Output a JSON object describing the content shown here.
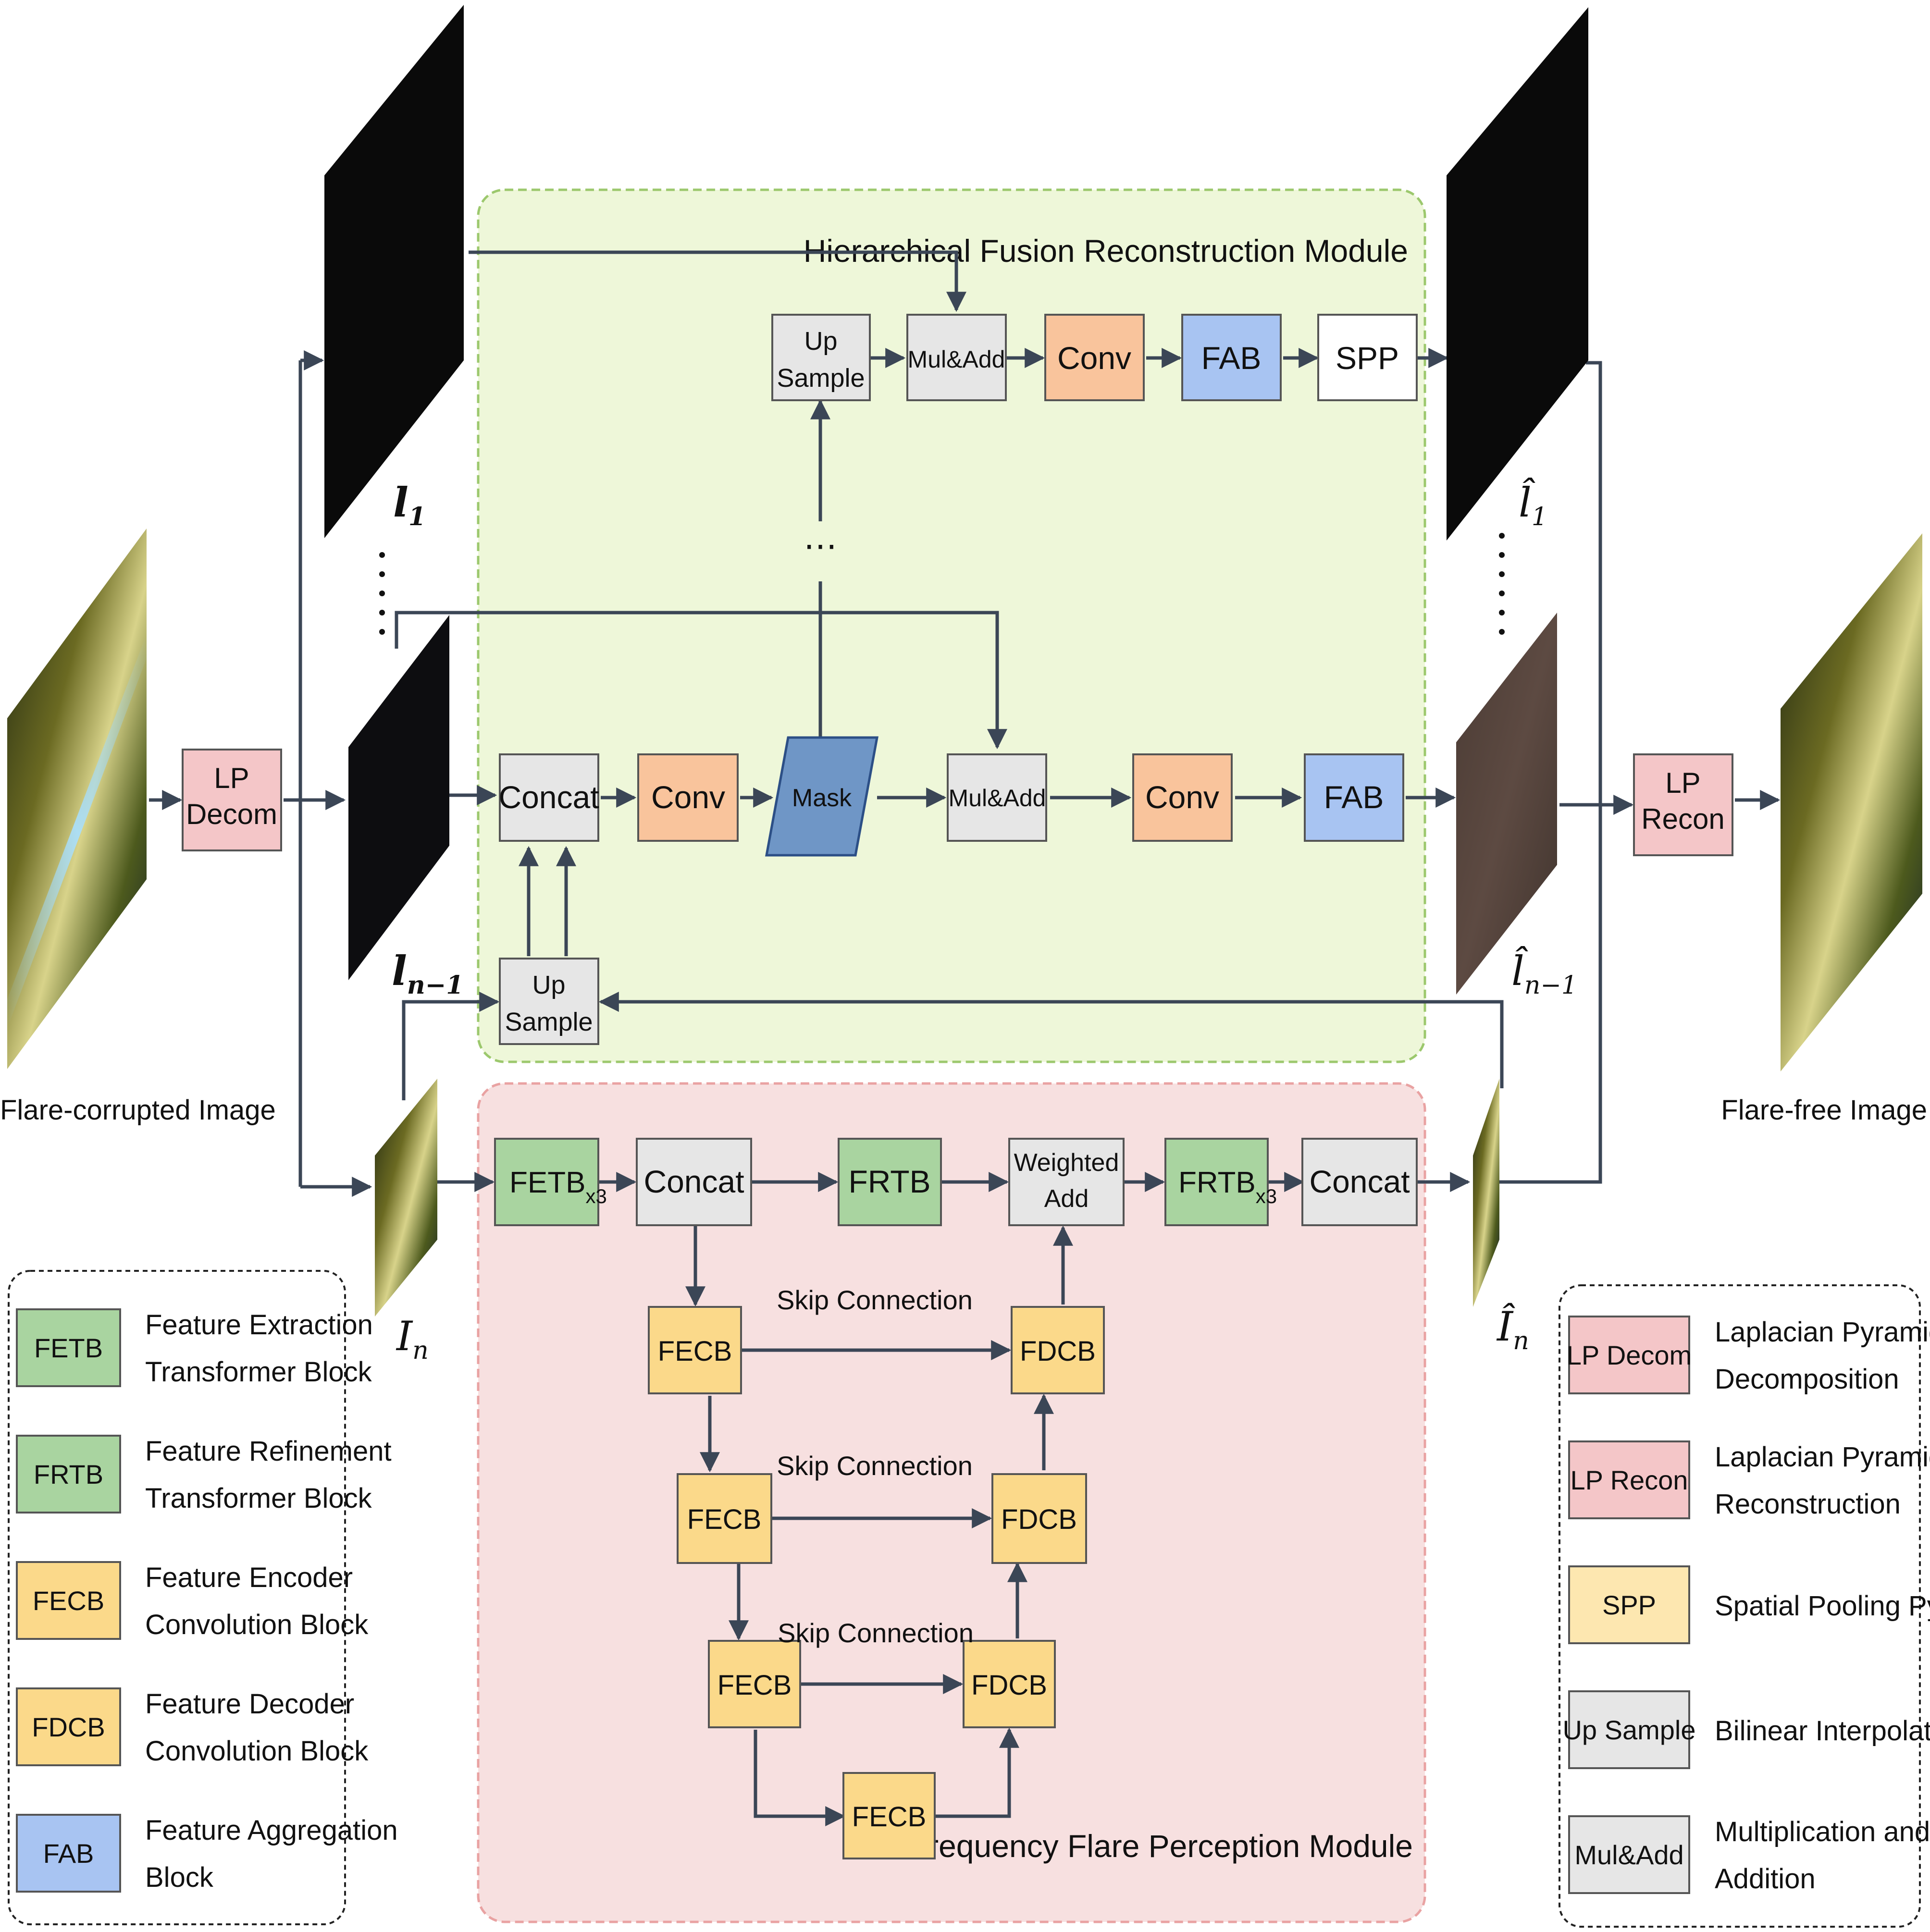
{
  "modules": {
    "hfr": "Hierarchical Fusion Reconstruction Module",
    "lffp": "Low-Frequency Flare Perception Module"
  },
  "io": {
    "input_caption": "Flare-corrupted Image",
    "output_caption": "Flare-free Image"
  },
  "pyramid": {
    "lp_decom": [
      "LP",
      "Decom"
    ],
    "lp_recon": [
      "LP",
      "Recon"
    ]
  },
  "labels": {
    "l1": "l",
    "l1_sub": "1",
    "ln1": "l",
    "ln1_sub": "n−1",
    "in": "I",
    "in_sub": "n",
    "l1hat": "l̂",
    "l1hat_sub": "1",
    "ln1hat": "l̂",
    "ln1hat_sub": "n−1",
    "inhat": "Î",
    "inhat_sub": "n",
    "ellipsis": "⋯"
  },
  "blocks": {
    "upsample": [
      "Up",
      "Sample"
    ],
    "muladd": "Mul&Add",
    "conv": "Conv",
    "fab": "FAB",
    "spp": "SPP",
    "concat": "Concat",
    "mask": "Mask",
    "fetb": "FETB",
    "frtb": "FRTB",
    "x3": "x3",
    "weighted_add": [
      "Weighted",
      "Add"
    ],
    "fecb": "FECB",
    "fdcb": "FDCB",
    "skip": "Skip Connection"
  },
  "legend_left": [
    {
      "abbr": "FETB",
      "desc": [
        "Feature Extraction",
        "Transformer Block"
      ],
      "color": "#a9d4a0"
    },
    {
      "abbr": "FRTB",
      "desc": [
        "Feature Refinement",
        "Transformer Block"
      ],
      "color": "#a9d4a0"
    },
    {
      "abbr": "FECB",
      "desc": [
        "Feature Encoder",
        "Convolution Block"
      ],
      "color": "#fbd98a"
    },
    {
      "abbr": "FDCB",
      "desc": [
        "Feature Decoder",
        "Convolution Block"
      ],
      "color": "#fbd98a"
    },
    {
      "abbr": "FAB",
      "desc": [
        "Feature Aggregation",
        "Block"
      ],
      "color": "#a8c4f2"
    }
  ],
  "legend_right": [
    {
      "abbr": "LP Decom",
      "desc": [
        "Laplacian Pyramid",
        "Decomposition"
      ],
      "color": "#f4c6c8"
    },
    {
      "abbr": "LP Recon",
      "desc": [
        "Laplacian Pyramid",
        "Reconstruction"
      ],
      "color": "#f4c6c8"
    },
    {
      "abbr": "SPP",
      "desc": [
        "Spatial Pooling Pyramid"
      ],
      "color": "#fde7b0"
    },
    {
      "abbr": "Up Sample",
      "desc": [
        "Bilinear Interpolation"
      ],
      "color": "#e6e6e6"
    },
    {
      "abbr": "Mul&Add",
      "desc": [
        "Multiplication and",
        "Addition"
      ],
      "color": "#e6e6e6"
    }
  ],
  "colors": {
    "green_bg": "#eef7d9",
    "green_border": "#9cc86d",
    "pink_bg": "#f7e0e0",
    "pink_border": "#e9a2a2",
    "gray": "#e6e6e6",
    "orange": "#f9c49c",
    "blue": "#a8c4f2",
    "mask": "#6f96c6",
    "green_block": "#a9d4a0",
    "yellow": "#fbd98a",
    "pink_block": "#f4c6c8",
    "arrow": "#3b4656"
  }
}
